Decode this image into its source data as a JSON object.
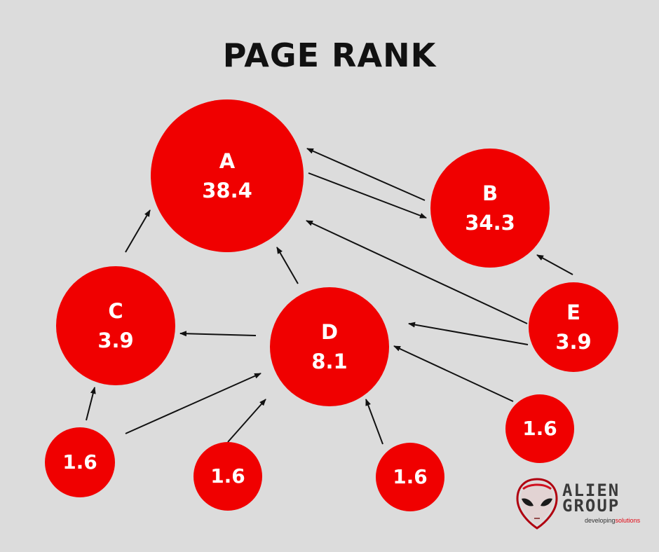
{
  "title": "PAGE RANK",
  "colors": {
    "background": "#dcdcdc",
    "node": "#f00000",
    "node_text": "#ffffff",
    "edge": "#111111"
  },
  "nodes": [
    {
      "id": "A",
      "label": "A",
      "value": "38.4"
    },
    {
      "id": "B",
      "label": "B",
      "value": "34.3"
    },
    {
      "id": "C",
      "label": "C",
      "value": "3.9"
    },
    {
      "id": "D",
      "label": "D",
      "value": "8.1"
    },
    {
      "id": "E",
      "label": "E",
      "value": "3.9"
    },
    {
      "id": "n1",
      "label": "",
      "value": "1.6"
    },
    {
      "id": "n2",
      "label": "",
      "value": "1.6"
    },
    {
      "id": "n3",
      "label": "",
      "value": "1.6"
    },
    {
      "id": "n4",
      "label": "",
      "value": "1.6"
    }
  ],
  "edges": [
    {
      "from": "A",
      "to": "B"
    },
    {
      "from": "B",
      "to": "A"
    },
    {
      "from": "C",
      "to": "A"
    },
    {
      "from": "D",
      "to": "A"
    },
    {
      "from": "E",
      "to": "A"
    },
    {
      "from": "E",
      "to": "B"
    },
    {
      "from": "D",
      "to": "C"
    },
    {
      "from": "E",
      "to": "D"
    },
    {
      "from": "n1",
      "to": "C"
    },
    {
      "from": "n1",
      "to": "D"
    },
    {
      "from": "n2",
      "to": "D"
    },
    {
      "from": "n3",
      "to": "D"
    },
    {
      "from": "n4",
      "to": "D"
    }
  ],
  "logo": {
    "line1": "ALIEN",
    "line2": "GROUP",
    "tag_left": "developing",
    "tag_right": "solutions"
  }
}
